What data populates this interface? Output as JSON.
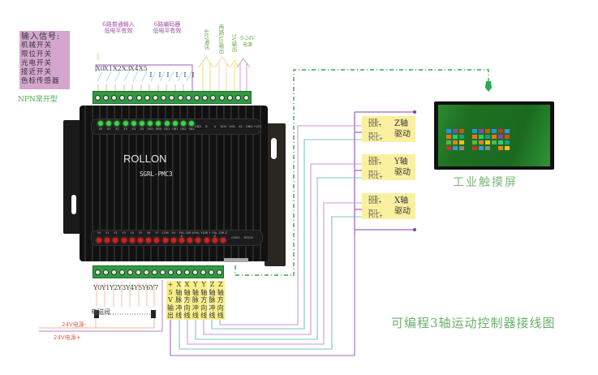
{
  "input_box": {
    "title": "输入信号:",
    "items": [
      "机械开关",
      "限位开关",
      "光电开关",
      "接近开关",
      "色标传感器"
    ],
    "type_label": "NPN常开型"
  },
  "top_groups": {
    "normal_inputs": [
      "6路普通输入",
      "低电平有效"
    ],
    "encoder_inputs": [
      "6路编码器",
      "低电平有效"
    ],
    "rs485": "485通讯",
    "ad_out": "两路AD输出",
    "v5_out": "5V输出",
    "power": [
      "9-24V",
      "电源"
    ]
  },
  "input_pins": [
    "X0",
    "X1",
    "X2",
    "X3",
    "X4",
    "X5",
    "I",
    "I",
    "I",
    "I",
    "I",
    "I"
  ],
  "device": {
    "brand": "ROLLON",
    "model": "SGRL-PMC3",
    "top_leds": [
      "X0",
      "X1",
      "X2",
      "X3",
      "X4",
      "X5",
      "UA0",
      "UB0",
      "UA1",
      "UB1",
      "UA2",
      "UB2"
    ],
    "top_ports": [
      "GND",
      "B",
      "A",
      "DOV",
      "VOA",
      "A2",
      "GND",
      "+VCC"
    ],
    "bottom_leds": [
      "Y0",
      "Y1",
      "Y2",
      "Y3",
      "Y4",
      "Y5",
      "Y6",
      "Y7",
      "COM",
      "5V",
      "PUL X",
      "DIR X",
      "PUL Y",
      "DIR Y",
      "PUL Z",
      "DIR Z"
    ],
    "bottom_ports": [
      "COM1",
      "RS232"
    ]
  },
  "output_pins": [
    "Y0",
    "Y1",
    "Y2",
    "Y3",
    "Y4",
    "Y5",
    "Y6",
    "Y7"
  ],
  "axis_labels": [
    [
      "+",
      "5",
      "V",
      "输",
      "出"
    ],
    [
      "X",
      "轴",
      "脉",
      "冲",
      "线"
    ],
    [
      "X",
      "轴",
      "方",
      "向",
      "线"
    ],
    [
      "Y",
      "轴",
      "脉",
      "冲",
      "线"
    ],
    [
      "Y",
      "轴",
      "方",
      "向",
      "线"
    ],
    [
      "Z",
      "轴",
      "脉",
      "冲",
      "线"
    ],
    [
      "Z",
      "轴",
      "方",
      "向",
      "线"
    ]
  ],
  "valve_label": "电磁阀",
  "power_minus": "24V电源-",
  "power_plus": "24V电源+",
  "drivers": [
    {
      "name": "Z轴",
      "sub": "驱动",
      "pins": [
        "DIR-",
        "DIR+",
        "PUL-",
        "PUL+"
      ]
    },
    {
      "name": "Y轴",
      "sub": "驱动",
      "pins": [
        "DIR-",
        "DIR+",
        "PUL-",
        "PUL+"
      ]
    },
    {
      "name": "X轴",
      "sub": "驱动",
      "pins": [
        "DIR-",
        "DIR+",
        "PUL-",
        "PUL+"
      ]
    }
  ],
  "hmi_label": "工业触摸屏",
  "diagram_title": "可编程3轴运动控制器接线图",
  "colors": {
    "purple_wire": "#b07cc6",
    "teal_wire": "#7fc4c4",
    "orange_wire": "#f2c3a0",
    "green_dash": "#2ea84a",
    "label_yellow": "#faf0a0",
    "input_box": "#d4a6cf"
  }
}
